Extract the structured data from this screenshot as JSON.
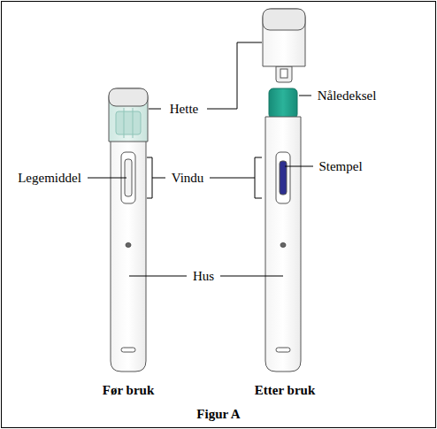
{
  "diagram": {
    "caption": "Figur A",
    "labels": [
      "Hette",
      "Nåledeksel",
      "Legemiddel",
      "Vindu",
      "Stempel",
      "Hus",
      "Før bruk",
      "Etter bruk"
    ]
  }
}
